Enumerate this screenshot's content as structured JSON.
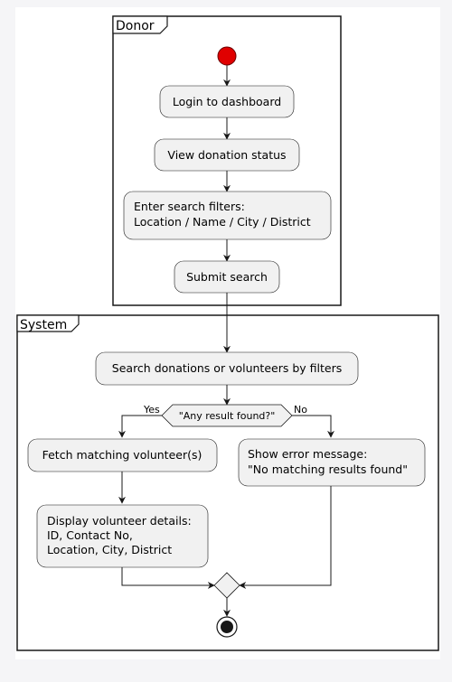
{
  "lanes": {
    "donor": "Donor",
    "system": "System"
  },
  "activities": {
    "login": "Login to dashboard",
    "view_status": "View donation status",
    "filters_line1": "Enter search filters:",
    "filters_line2": "Location / Name / City / District",
    "submit": "Submit search",
    "search": "Search donations or volunteers by filters",
    "fetch": "Fetch matching volunteer(s)",
    "error_line1": "Show error message:",
    "error_line2": "\"No matching results found\"",
    "details_line1": "Display volunteer details:",
    "details_line2": "ID, Contact No,",
    "details_line3": "Location, City, District"
  },
  "decision": {
    "condition": "\"Any result found?\"",
    "yes": "Yes",
    "no": "No"
  },
  "colors": {
    "start_node": "#e00000",
    "activity_fill": "#f1f1f1",
    "stroke": "#181818"
  }
}
